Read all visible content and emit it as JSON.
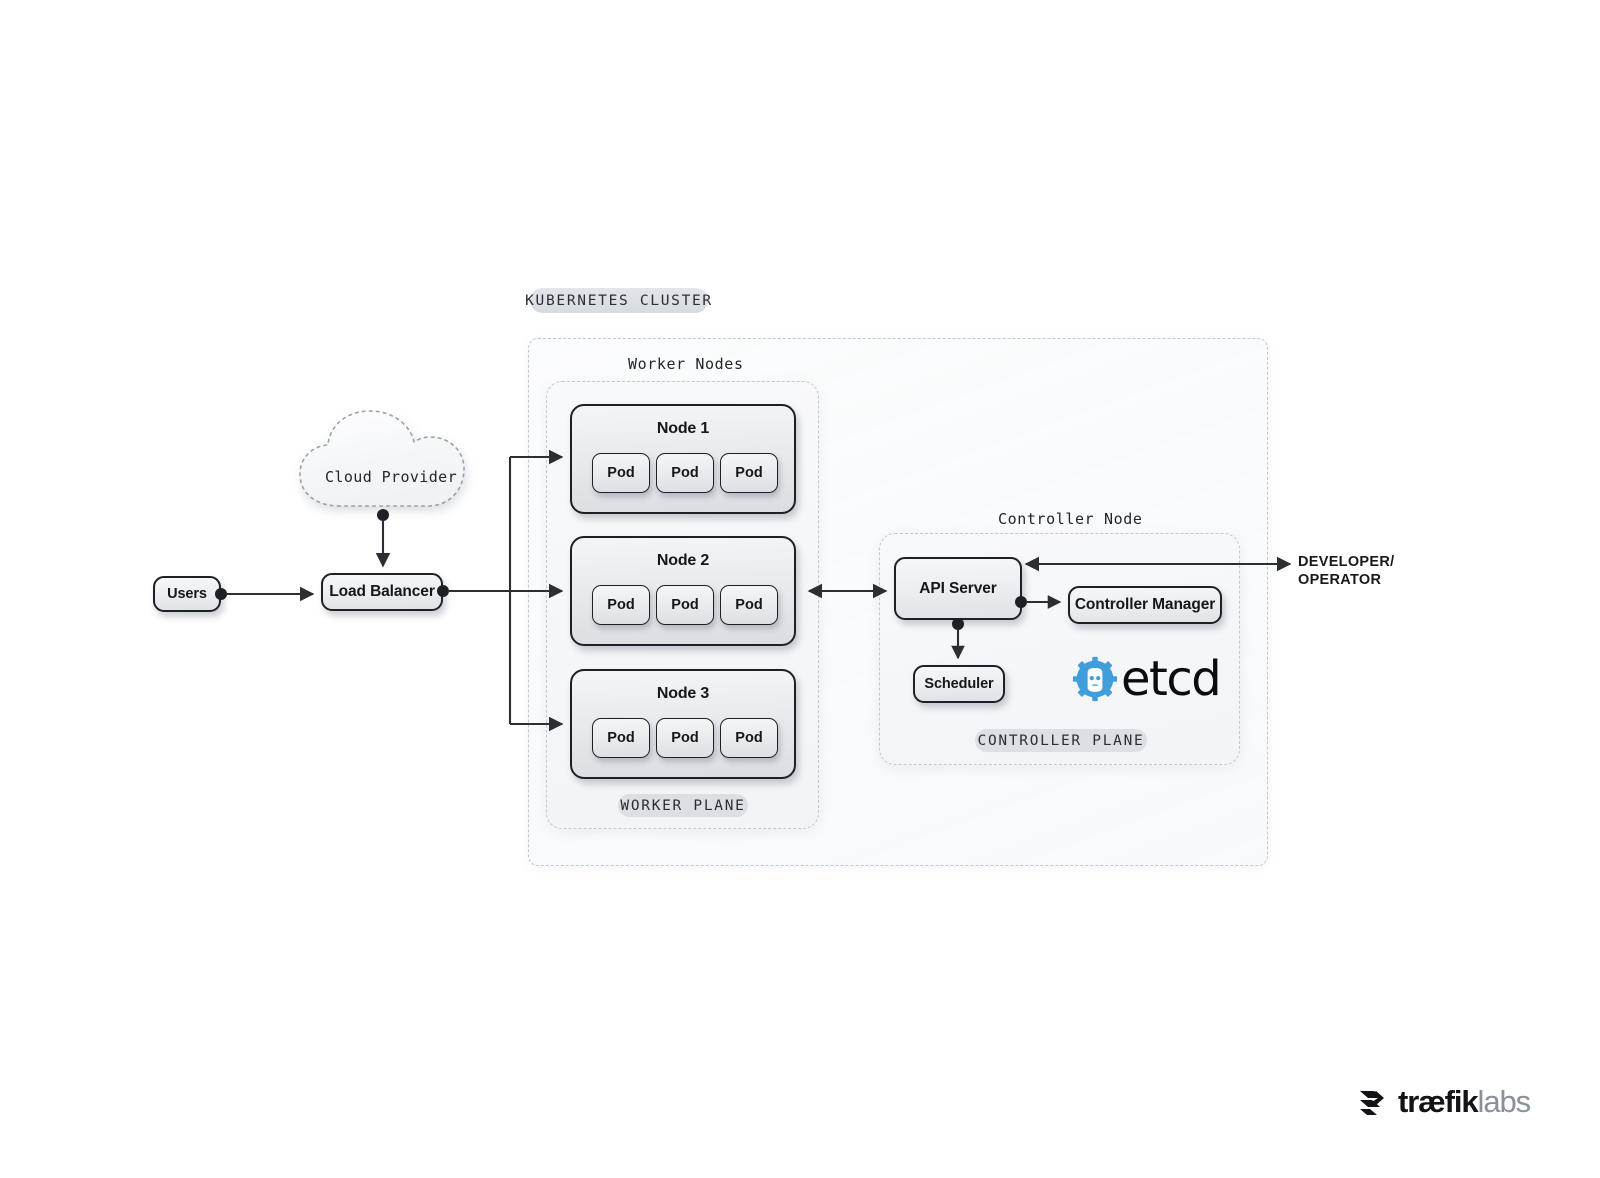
{
  "diagram": {
    "title_badge": "KUBERNETES CLUSTER",
    "worker_plane_badge": "WORKER PLANE",
    "controller_plane_badge": "CONTROLLER PLANE",
    "worker_nodes_title": "Worker Nodes",
    "controller_node_title": "Controller Node"
  },
  "external": {
    "users": "Users",
    "cloud_provider": "Cloud Provider",
    "load_balancer": "Load Balancer",
    "developer_operator_line1": "DEVELOPER/",
    "developer_operator_line2": "OPERATOR"
  },
  "worker_nodes": [
    {
      "label": "Node 1",
      "pods": [
        "Pod",
        "Pod",
        "Pod"
      ]
    },
    {
      "label": "Node 2",
      "pods": [
        "Pod",
        "Pod",
        "Pod"
      ]
    },
    {
      "label": "Node 3",
      "pods": [
        "Pod",
        "Pod",
        "Pod"
      ]
    }
  ],
  "controller_plane": {
    "api_server": "API Server",
    "controller_manager": "Controller Manager",
    "scheduler": "Scheduler",
    "etcd_logo_text": "etcd",
    "etcd_logo_icon": "etcd-gear-robot-icon"
  },
  "brand": {
    "mark": "traefik-chevron-mark-icon",
    "name_bold": "træfik",
    "name_light": "labs"
  },
  "colors": {
    "page_background": "#ffffff",
    "etcd_blue": "#419eda",
    "badge_gray": "#dcdfe3",
    "dashed_border": "#c3c8ce",
    "box_border": "#1d2126",
    "wire": "#2b2f34",
    "brand_dark": "#111316",
    "brand_light": "#8a9099"
  }
}
